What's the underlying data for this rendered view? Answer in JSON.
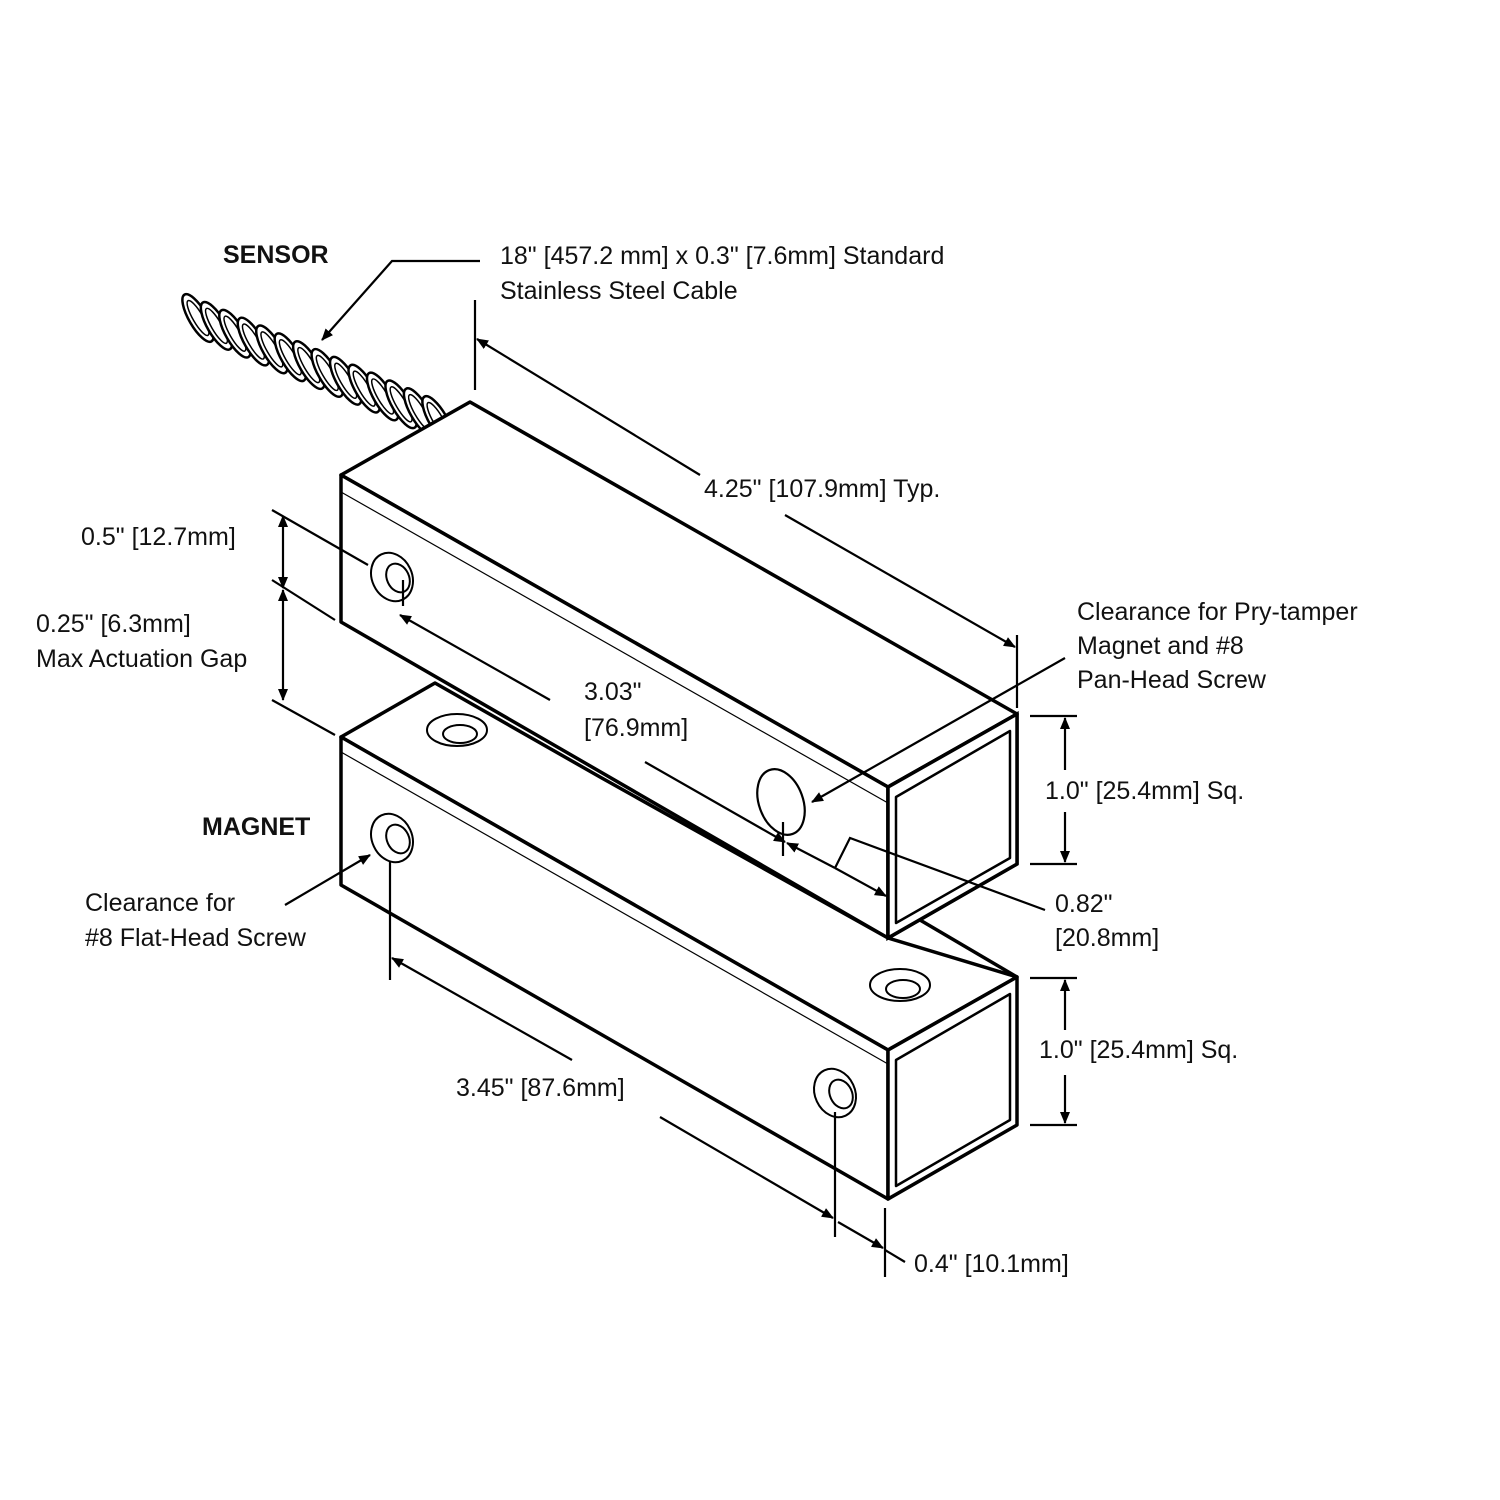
{
  "labels": {
    "sensor": "SENSOR",
    "magnet": "MAGNET"
  },
  "callouts": {
    "cable_line1": "18\" [457.2 mm] x 0.3\" [7.6mm] Standard",
    "cable_line2": "Stainless Steel Cable",
    "length": "4.25\" [107.9mm] Typ.",
    "hole_offset": "0.5\" [12.7mm]",
    "gap_line1": "0.25\" [6.3mm]",
    "gap_line2": "Max Actuation Gap",
    "hole_spacing_line1": "3.03\"",
    "hole_spacing_line2": "[76.9mm]",
    "pry_line1": "Clearance for Pry-tamper",
    "pry_line2": "Magnet and #8",
    "pry_line3": "Pan-Head Screw",
    "sensor_square": "1.0\" [25.4mm] Sq.",
    "pry_offset_line1": "0.82\"",
    "pry_offset_line2": "[20.8mm]",
    "flat_line1": "Clearance for",
    "flat_line2": "#8 Flat-Head Screw",
    "magnet_spacing": "3.45\" [87.6mm]",
    "magnet_end_offset": "0.4\" [10.1mm]",
    "magnet_square": "1.0\" [25.4mm] Sq."
  }
}
